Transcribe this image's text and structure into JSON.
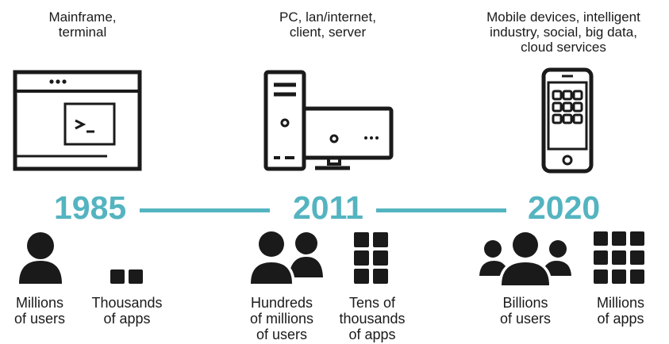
{
  "colors": {
    "accent": "#54b4c0",
    "ink": "#1a1a1a"
  },
  "eras": [
    {
      "title": "Mainframe,\nterminal",
      "icon": "terminal-window-icon",
      "year": "1985",
      "users_icon": "single-user-icon",
      "users_caption": "Millions\nof users",
      "apps_icon": "two-squares-icon",
      "apps_caption": "Thousands\nof apps"
    },
    {
      "title": "PC, lan/internet,\nclient, server",
      "icon": "desktop-computer-icon",
      "year": "2011",
      "users_icon": "two-users-icon",
      "users_caption": "Hundreds\nof millions\nof users",
      "apps_icon": "six-squares-icon",
      "apps_caption": "Tens of\nthousands\nof apps"
    },
    {
      "title": "Mobile devices, intelligent\nindustry, social, big data,\ncloud services",
      "icon": "smartphone-icon",
      "year": "2020",
      "users_icon": "three-users-icon",
      "users_caption": "Billions\nof users",
      "apps_icon": "nine-squares-icon",
      "apps_caption": "Millions\nof apps"
    }
  ]
}
